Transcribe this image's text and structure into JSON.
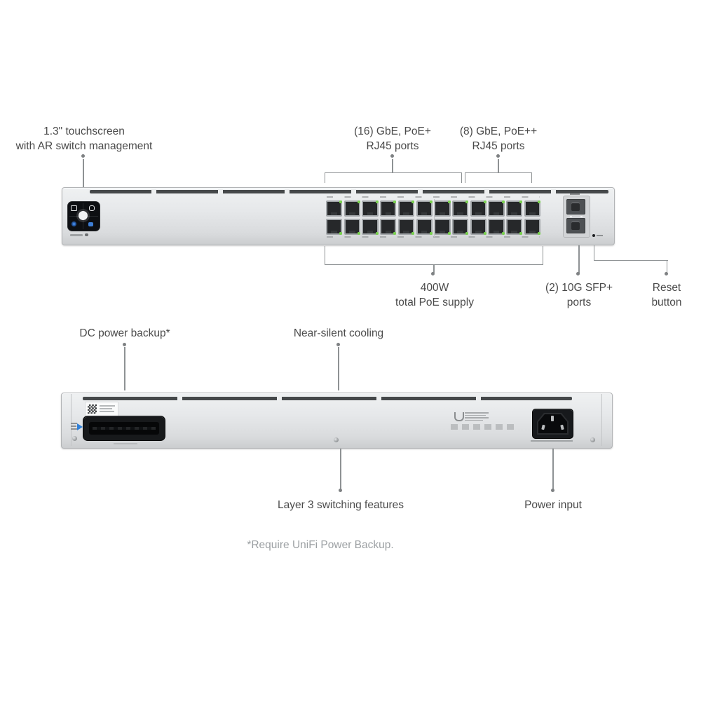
{
  "colors": {
    "background": "#ffffff",
    "chassis_grey": "#e2e4e6",
    "annotation_text": "#4a4a4a",
    "annotation_line": "#8e9294",
    "footnote_text": "#9ca0a3",
    "poe_led_green": "#79d14f",
    "touchscreen_accent_blue": "#3e7fd6",
    "dc_arrow_blue": "#2f80d9"
  },
  "front": {
    "annotations": {
      "touchscreen": {
        "line1": "1.3\" touchscreen",
        "line2": "with AR switch management"
      },
      "poe_plus_ports": {
        "line1": "(16) GbE, PoE+",
        "line2": "RJ45 ports"
      },
      "poe_plusplus_ports": {
        "line1": "(8) GbE, PoE++",
        "line2": "RJ45 ports"
      },
      "poe_supply": {
        "line1": "400W",
        "line2": "total PoE supply"
      },
      "sfp_ports": {
        "line1": "(2) 10G SFP+",
        "line2": "ports"
      },
      "reset": {
        "line1": "Reset",
        "line2": "button"
      }
    },
    "rj45": {
      "columns": 12,
      "rows": 2,
      "total_ports": 24
    },
    "sfp_count": 2
  },
  "rear": {
    "annotations": {
      "dc_backup": "DC power backup*",
      "cooling": "Near-silent cooling",
      "layer3": "Layer 3 switching features",
      "power_input": "Power input"
    }
  },
  "footnote": "*Require UniFi Power Backup."
}
